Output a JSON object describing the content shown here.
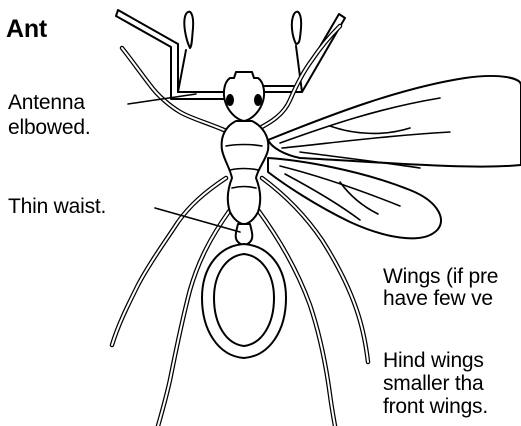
{
  "title": "Ant",
  "labels": {
    "antenna_line1": "Antenna",
    "antenna_line2": "elbowed.",
    "waist": "Thin waist.",
    "wings_line1": "Wings (if pre",
    "wings_line2": "have few ve",
    "hind_line1": "Hind wings",
    "hind_line2": "smaller tha",
    "hind_line3": "front wings."
  },
  "colors": {
    "ink": "#000000",
    "background": "#ffffff"
  }
}
